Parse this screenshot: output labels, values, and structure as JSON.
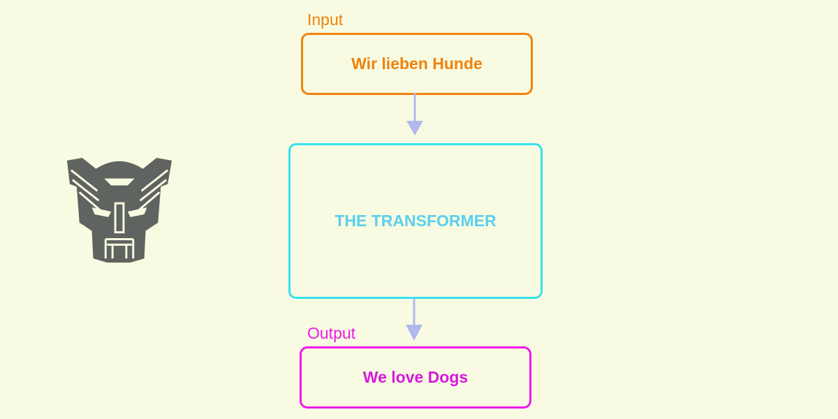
{
  "diagram": {
    "input": {
      "label": "Input",
      "text": "Wir lieben Hunde"
    },
    "model": {
      "text": "THE TRANSFORMER"
    },
    "output": {
      "label": "Output",
      "text": "We love Dogs"
    }
  },
  "logo": {
    "icon": "autobot-face-icon",
    "color": "#606460"
  },
  "colors": {
    "background": "#f8fbe1",
    "input": "#ef820d",
    "model_border": "#33e2f0",
    "model_text": "#5bcfee",
    "output": "#ef18ea",
    "arrow": "#b1b8ec"
  }
}
